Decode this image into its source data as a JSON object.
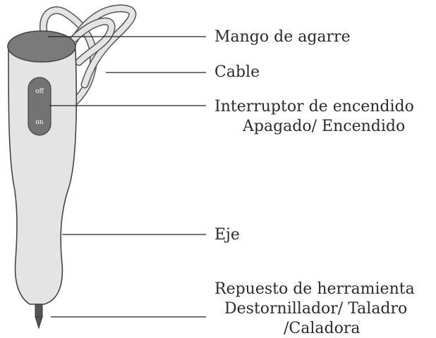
{
  "labels": {
    "handle": "Mango de agarre",
    "cable": "Cable",
    "switch_line1": "Interruptor de encendido",
    "switch_line2": "Apagado/ Encendido",
    "shaft": "Eje",
    "tool_line1": "Repuesto de herramienta",
    "tool_line2": "Destornillador/ Taladro",
    "tool_line3": "/Caladora"
  },
  "switch": {
    "off": "off",
    "on": "on"
  },
  "colors": {
    "body_fill": "#e4e4e4",
    "cap_fill": "#7a7a7a",
    "switch_fill": "#737373",
    "outline": "#444444",
    "leader": "#222222"
  }
}
